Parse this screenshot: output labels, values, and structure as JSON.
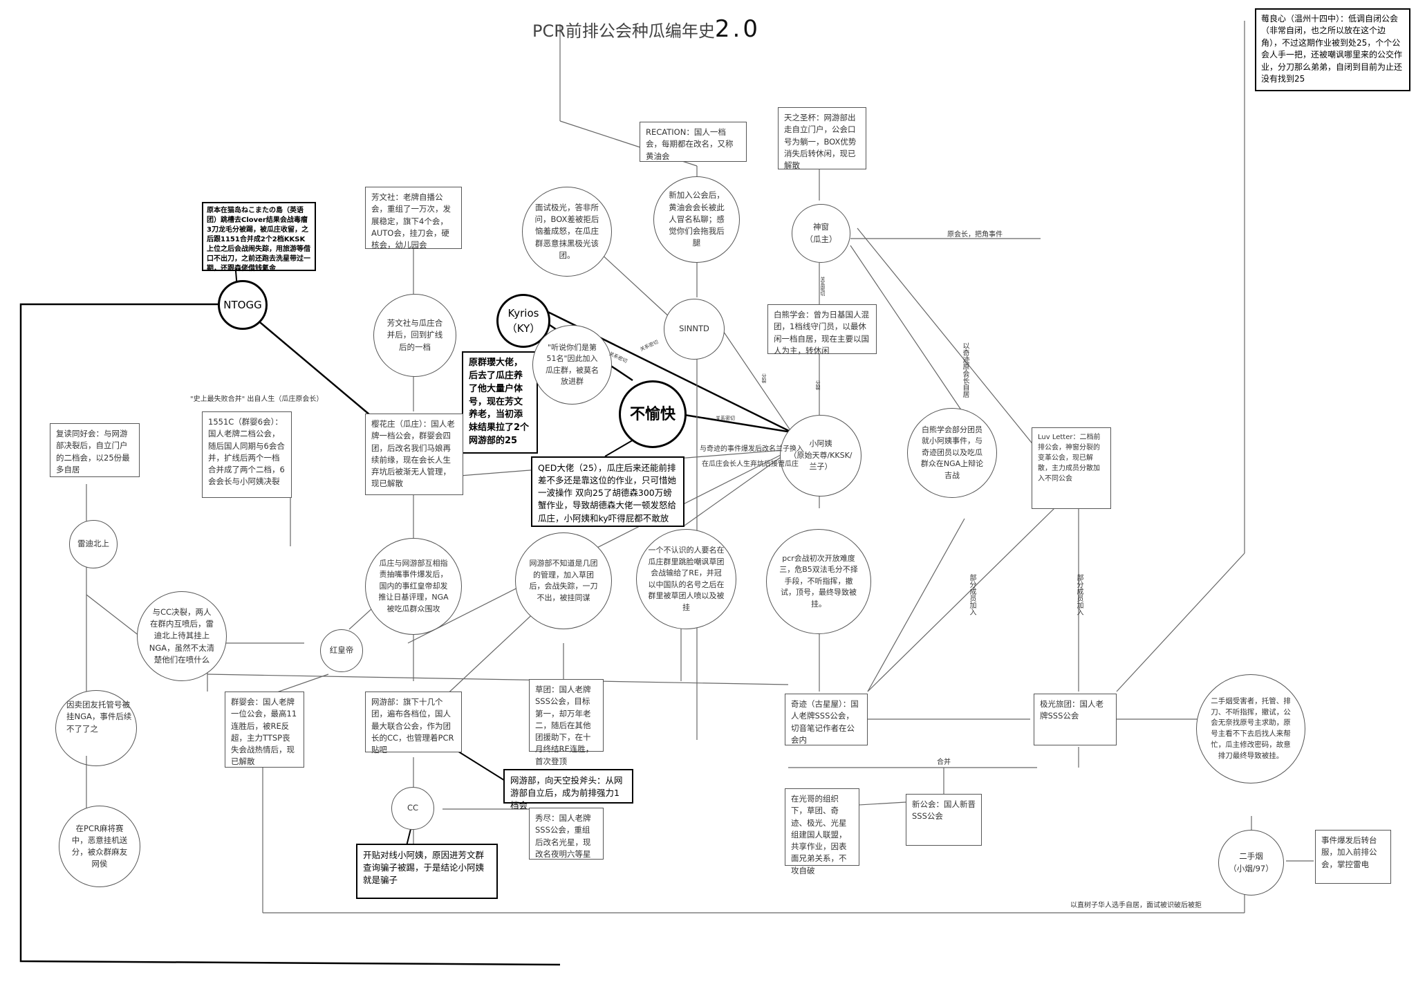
{
  "title": {
    "main": "PCR前排公会种瓜编年史",
    "version": "2.0"
  },
  "corner_note": "莓良心（温州十四中）：低调自闭公会（非常自闭，也之所以放在这个边角），不过这期作业被到处25，个个公会人手一把，还被嘲讽哪里来的公交作业，分刀那么弟弟，自闭到目前为止还没有找到25",
  "nodes": {
    "ntogg": "NTOGG",
    "ntogg_box": "原本在猫岛ねこまたの島（英语团）跳槽去Clover结果会战毒瘤3刀龙毛分被踢，被瓜庄收留，之后跟1151合并成2个2档KKSK上位之后会战闹失踪，用旅游等借口不出刀，之前还跑去洗星带过一期，还跟森佬借钱氪金",
    "fangwen_box": "芳文社：老牌自播公会，重组了一万次，发展稳定，旗下4个会，AUTO会，挂刀会，硬核会，幼儿园会",
    "fangwen_merge": "芳文社与瓜庄合并后，回到扩线后的一档",
    "kyrios": "Kyrios\n（KY）",
    "kyrios_box": "原群瓔大佬，后去了瓜庄养了他大量户体号，现在芳文养老，当初添妹结果拉了2个网游部的25",
    "ting_box": "\"听说你们是第51名\"因此加入瓜庄群，被莫名放进群",
    "buyukuai": "不愉快",
    "qed_box": "QED大佬（25），瓜庄后来还能前排差不多还是靠这位的作业，只可惜她一波操作 双向25了胡德森300万螃蟹作业，导致胡德森大佬一顿发怒给瓜庄，小阿姨和ky吓得屁都不敢放",
    "mianshi": "面试极光，答非所问，BOX差被拒后恼羞成怒，在瓜庄群恶意抹黑极光该团。",
    "recation_box": "RECATION：国人一档会，每期都在改名，又称黄油会",
    "xinjia": "新加入公会后，黄油会会长被此人冒名私聊；感觉你们会拖我后腿",
    "sinntd": "SINNTD",
    "tianzhi_box": "天之圣杯：网游部出走自立门户，公会口号为躺一，BOX优势消失后转休闲，现已解散",
    "shenhou": "神窗\n（瓜主）",
    "baixiong_box": "白熊学会：曾为日基国人混团，1档线守门员，以最休闲一档自居，现在主要以国人为主，转休闲",
    "xiaoayi": "小阿姨\n（原始天尊/KKSK/兰子）",
    "baixiong_circ": "白熊学会部分团员就小阿姨事件，与奇迹团员以及吃瓜群众在NGA上辩论吉战",
    "luv_box": "Luv Letter：二档前排公会，神窗分裂的变革公会，现已解散，主力成员分散加入不同公会",
    "shishang_label": "\"史上最失败合并\" 出自人生（瓜庄原会长）",
    "b1551_box": "1551C（群婴6会）：国人老牌二档公会，随后国人同期与6会合并，扩线后两个一档合并成了两个二档，6会会长与小阿姨决裂",
    "yinghua_box": "樱花庄（瓜庄）：国人老牌一档公会，群婴会四团，后改名我们马娘再续前缘，现在会长人生弃坑后被渐无人管理，现已解散",
    "fudu_box": "复读同好会：与网游部决裂后，自立门户的二档会，以25份最多自居",
    "leidi": "雷迪北上",
    "guazhuang_circ": "瓜庄与网游部互相指责抽嘴事件爆发后，国内的事红皇帝却发推让日基评理，NGA被吃瓜群众围攻",
    "wangyou_circ": "网游部不知道是几团的管理，加入草团后，会战失踪，一刀不出，被挂同谋",
    "yige_circ": "一个不认识的人要名在瓜庄群里跳脸嘲讽草团会战输给了RE，并冠以中国队的名号之后在群里被草团人喷以及被挂",
    "pcr_circ": "pcr会战初次开放难度三，危B5双法毛分不择手段，不听指挥，撤试，顶号，最终导致被挂。",
    "yucc": "与CC决裂，两人在群内互喷后，雷迪北上待其挂上NGA，虽然不太清楚他们在喷什么",
    "hongdi": "红皇帝",
    "qunying_box": "群婴会：国人老牌一位公会，最高11连胜后，被RE反超，主力TTSP丧失会战热情后，现已解散",
    "wangyou_box": "网游部：旗下十几个团，遍布各档位，国人最大联合公会，作为团长的CC，也管理着PCR贴吧",
    "caotuan_box": "草团：国人老牌SSS公会，目标第一，却万年老二，随后在其他团援助下，在十月终结RE连胜，首次登顶",
    "qiji_box": "奇迹（古星屋）：国人老牌SSS公会，切音笔记作者在公会内",
    "jiguang_box": "极光旅团：国人老牌SSS公会",
    "ershouyan_circ": "二手烟受害者，托管、排刀、不听指挥，撤试，公会无奈找原号主求助，原号主看不下去后找人来帮忙，瓜主修改密码，故意排刀最终导致被挂。",
    "yinmai": "因卖团友托管号被挂NGA，事件后续不了了之",
    "cc": "CC",
    "wangyou_bold": "网游部，向天空投斧头：从网游部自立后，成为前排强力1档会",
    "kaitie_bold": "开贴对线小阿姨，原因进芳文群查询骗子被踢，于是结论小阿姨就是骗子",
    "xiujin_box": "秀尽：国人老牌SSS公会，重组后改名光星，现改名夜明六等星",
    "guangxing_box": "在光哥的组织下，草团、奇迹、极光、光星组建国人联盟，共享作业，因表面兄弟关系，不攻自破",
    "xingonghui_box": "新公会：国人新晋SSS公会",
    "ershouyan": "二手烟\n（小烟/97）",
    "shijian_box": "事件爆发后转台服，加入前排公会，掌控雷电",
    "zaipcr": "在PCR麻将赛中，恶意挂机送分，被众群麻友网侯"
  },
  "notes": {
    "yuanhuizhang": "原会长，把角事件",
    "yichang": "以奇迹原会长自居",
    "qiji_evt": "与奇迹的事件爆发后改名兰子换入",
    "zai_guazhuang": "在瓜庄会长人生弃坑后接管瓜庄",
    "hebing": "合并",
    "yiyi": "以直树子华人选手自居，面试被识破后被拒",
    "bufen1": "部分成员加入",
    "bufen2": "部分成员加入",
    "guanxi1": "关系密切",
    "guanxi2": "关系密切",
    "guanxi3": "关系密切",
    "guanxi4": "关系密切",
    "fenlie": "分裂",
    "fenlie2": "分裂"
  }
}
